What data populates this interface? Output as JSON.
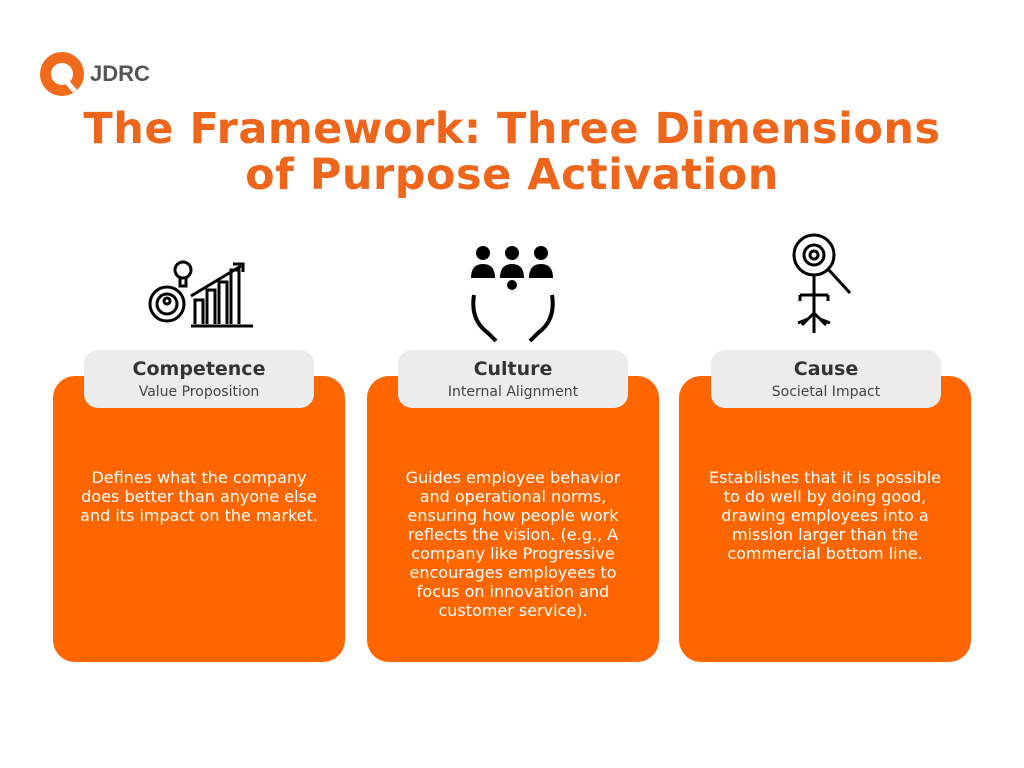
{
  "logo": {
    "text": "JDRC"
  },
  "title": {
    "line1": "The Framework: Three Dimensions",
    "line2": "of Purpose Activation"
  },
  "columns": [
    {
      "heading": "Competence",
      "subheading": "Value Proposition",
      "body": "Defines what the company does better than anyone else and its impact on the market.",
      "icon": "gear-lightbulb-growth-chart-icon"
    },
    {
      "heading": "Culture",
      "subheading": "Internal Alignment",
      "body": "Guides employee behavior and operational norms, ensuring how people work reflects the vision. (e.g., A company like Progressive encourages employees to focus on innovation and customer service).",
      "icon": "team-hands-icon"
    },
    {
      "heading": "Cause",
      "subheading": "Societal Impact",
      "body": "Establishes that it is possible to do well by doing good, drawing employees into a mission larger than the commercial bottom line.",
      "icon": "magnifier-gear-roots-icon"
    }
  ],
  "colors": {
    "accent": "#ff6600",
    "title": "#ee661b",
    "label_bg": "#ececec"
  }
}
